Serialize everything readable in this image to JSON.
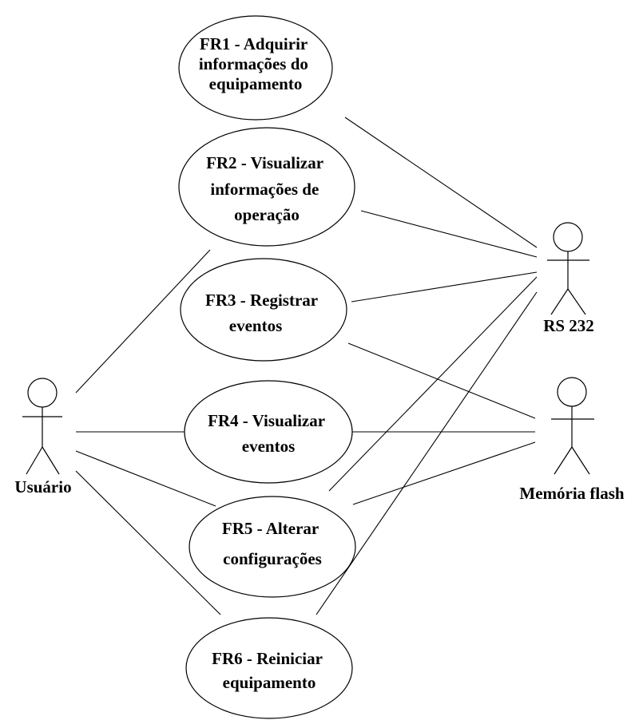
{
  "use_cases": [
    {
      "id": "fr1",
      "lines": [
        "FR1 - Adquirir",
        "informações do",
        "equipamento"
      ]
    },
    {
      "id": "fr2",
      "lines": [
        "FR2 - Visualizar",
        "informações de",
        "operação"
      ]
    },
    {
      "id": "fr3",
      "lines": [
        "FR3 - Registrar",
        "eventos"
      ]
    },
    {
      "id": "fr4",
      "lines": [
        "FR4 - Visualizar",
        "eventos"
      ]
    },
    {
      "id": "fr5",
      "lines": [
        "FR5 - Alterar",
        "configurações"
      ]
    },
    {
      "id": "fr6",
      "lines": [
        "FR6 - Reiniciar",
        "equipamento"
      ]
    }
  ],
  "actors": [
    {
      "id": "usuario",
      "label": "Usuário"
    },
    {
      "id": "rs232",
      "label": "RS 232"
    },
    {
      "id": "memoria",
      "label": "Memória flash"
    }
  ],
  "associations": [
    {
      "actor": "usuario",
      "use_case": "fr2"
    },
    {
      "actor": "usuario",
      "use_case": "fr4"
    },
    {
      "actor": "usuario",
      "use_case": "fr5"
    },
    {
      "actor": "usuario",
      "use_case": "fr6"
    },
    {
      "actor": "rs232",
      "use_case": "fr1"
    },
    {
      "actor": "rs232",
      "use_case": "fr2"
    },
    {
      "actor": "rs232",
      "use_case": "fr3"
    },
    {
      "actor": "rs232",
      "use_case": "fr5"
    },
    {
      "actor": "rs232",
      "use_case": "fr6"
    },
    {
      "actor": "memoria",
      "use_case": "fr3"
    },
    {
      "actor": "memoria",
      "use_case": "fr4"
    },
    {
      "actor": "memoria",
      "use_case": "fr5"
    }
  ]
}
